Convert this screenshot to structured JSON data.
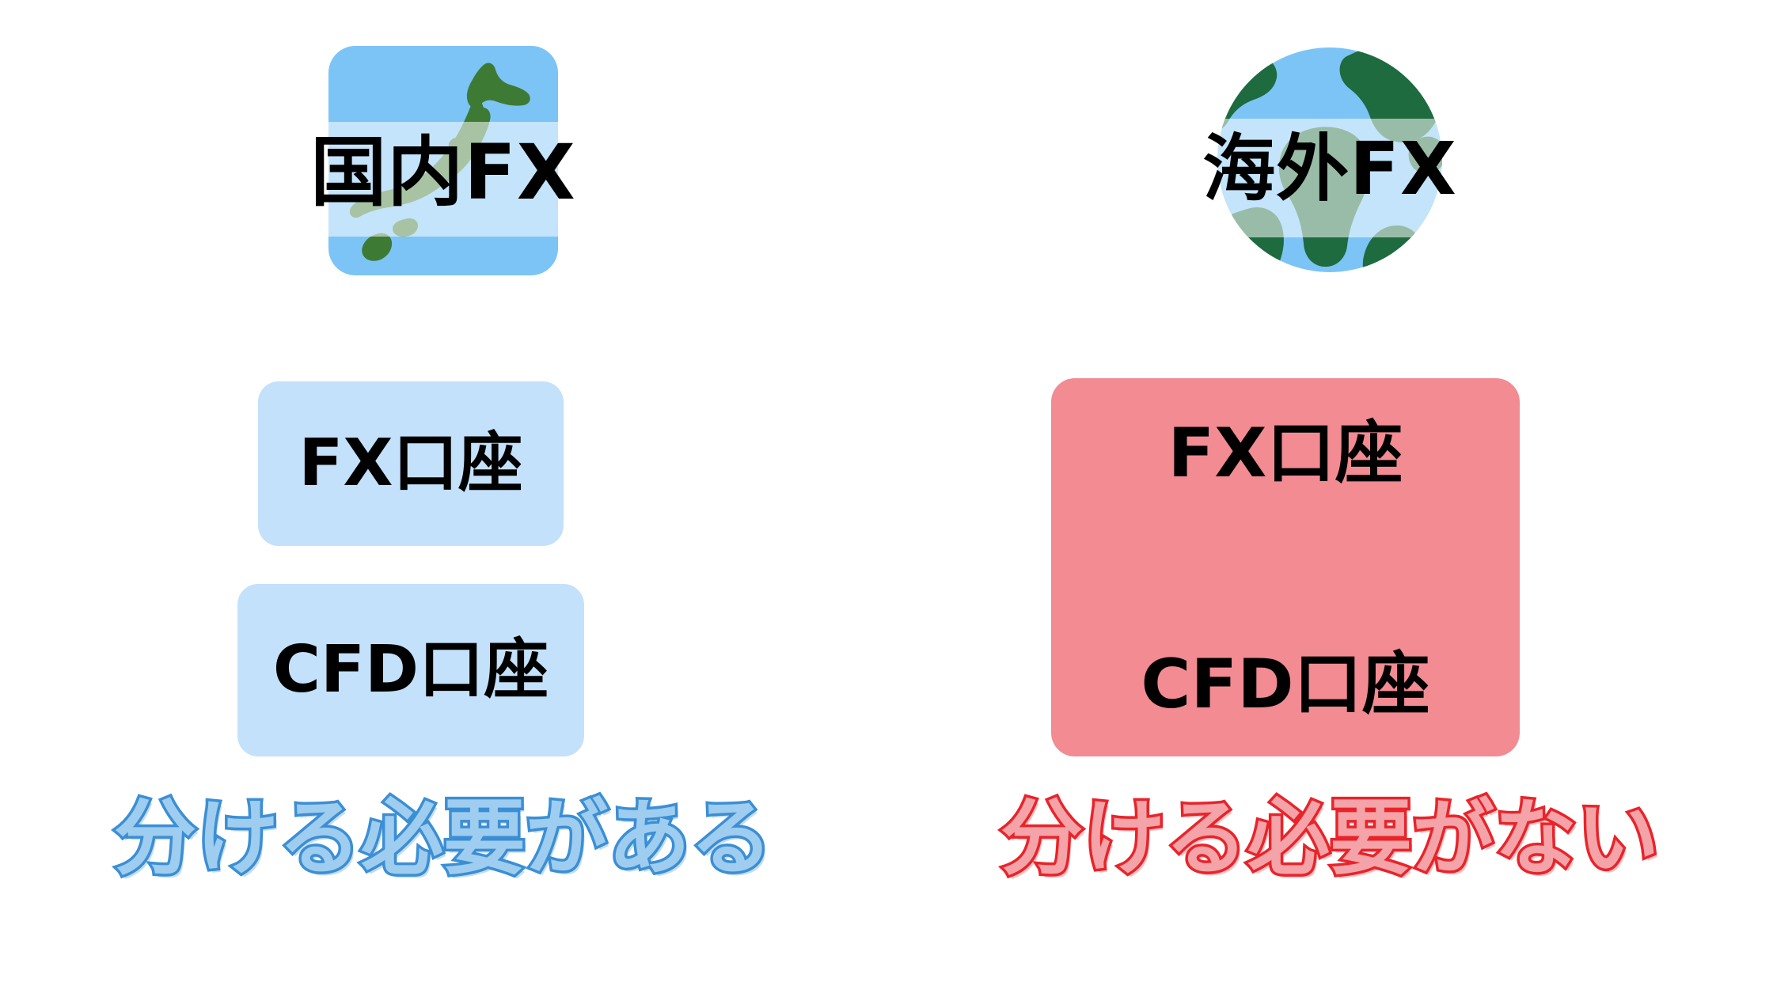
{
  "colors": {
    "background": "#FFFFFF",
    "icon_sky_blue": "#7CC4F5",
    "icon_band_light": "#C4E2FA",
    "japan_green_dark": "#3D7A34",
    "japan_green_light": "#A9C891",
    "globe_green_dark": "#1D6B3E",
    "globe_green_light": "#8DB79C",
    "chip_blue": "#C3E1FA",
    "chip_red": "#F28B92",
    "caption_blue_fill": "#9ECDF0",
    "caption_blue_stroke": "#3B8FD4",
    "caption_red_fill": "#F4A3A8",
    "caption_red_stroke": "#E8242A",
    "text_black": "#000000"
  },
  "left": {
    "icon_name": "japan-map-icon",
    "heading": "国内FX",
    "chips": [
      {
        "label": "FX口座"
      },
      {
        "label": "CFD口座"
      }
    ],
    "caption": "分ける必要がある"
  },
  "right": {
    "icon_name": "globe-icon",
    "heading": "海外FX",
    "chips": [
      {
        "label": "FX口座"
      },
      {
        "label": "CFD口座"
      }
    ],
    "caption": "分ける必要がない"
  }
}
